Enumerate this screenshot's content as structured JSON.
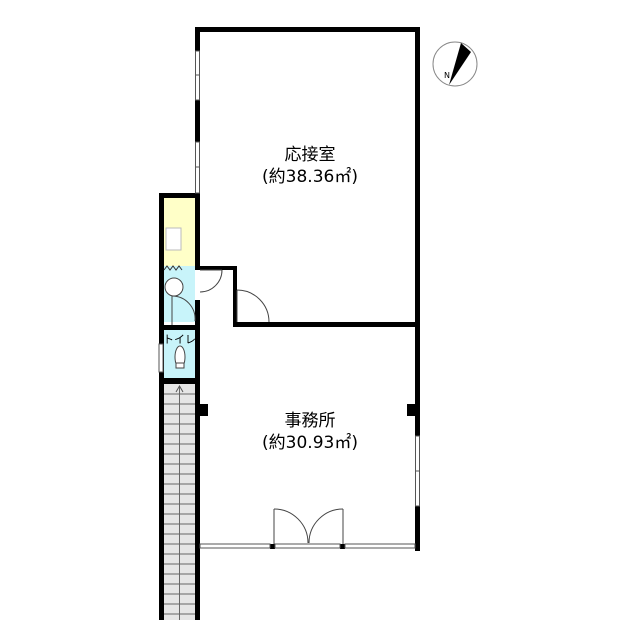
{
  "floorplan": {
    "rooms": [
      {
        "name": "応接室",
        "area": "(約38.36㎡)"
      },
      {
        "name": "事務所",
        "area": "(約30.93㎡)"
      },
      {
        "name": "トイレ"
      }
    ],
    "compass": {
      "label": "N"
    },
    "colors": {
      "kitchen": "#FFFFC8",
      "wet_area": "#C8F4FA",
      "stairs": "#E6E6E6",
      "wall": "#000000"
    }
  }
}
